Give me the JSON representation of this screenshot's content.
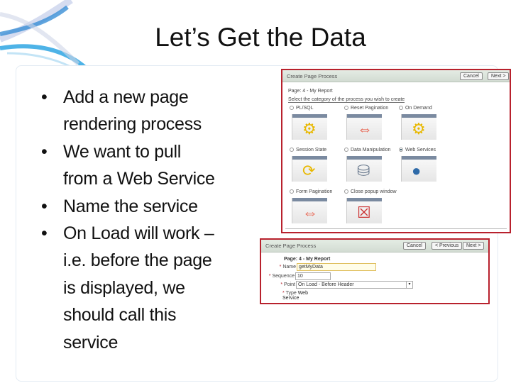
{
  "slide": {
    "title": "Let’s Get the Data",
    "bullets": [
      "Add a new page\nrendering process",
      "We want to pull\nfrom a Web Service",
      "Name the service",
      "On Load will work –\ni.e. before the page\nis displayed, we\nshould call this\nservice"
    ]
  },
  "shot1": {
    "header": "Create Page Process",
    "cancel": "Cancel",
    "next": "Next >",
    "page": "Page: 4 - My Report",
    "prompt": "Select the category of the process you wish to create",
    "options": [
      {
        "label": "PL/SQL",
        "selected": false,
        "icon": "gear-icon"
      },
      {
        "label": "Reset Pagination",
        "selected": false,
        "icon": "reset-pagination-icon"
      },
      {
        "label": "On Demand",
        "selected": false,
        "icon": "gear-cursor-icon"
      },
      {
        "label": "Session State",
        "selected": false,
        "icon": "session-state-icon"
      },
      {
        "label": "Data Manipulation",
        "selected": false,
        "icon": "database-icon"
      },
      {
        "label": "Web Services",
        "selected": true,
        "icon": "globe-icon"
      },
      {
        "label": "Form Pagination",
        "selected": false,
        "icon": "form-pagination-icon"
      },
      {
        "label": "Close popup window",
        "selected": false,
        "icon": "close-window-icon"
      }
    ]
  },
  "shot2": {
    "header": "Create Page Process",
    "cancel": "Cancel",
    "previous": "< Previous",
    "next": "Next >",
    "page": "Page: 4 - My Report",
    "name_label": "Name",
    "name_value": "getMyData",
    "sequence_label": "Sequence",
    "sequence_value": "10",
    "point_label": "Point",
    "point_value": "On Load - Before Header",
    "type_label": "Type",
    "type_value": "Web Service",
    "required_mark": "*"
  },
  "colors": {
    "accent": "#b8212d",
    "swoosh": "#2a9ad8"
  }
}
